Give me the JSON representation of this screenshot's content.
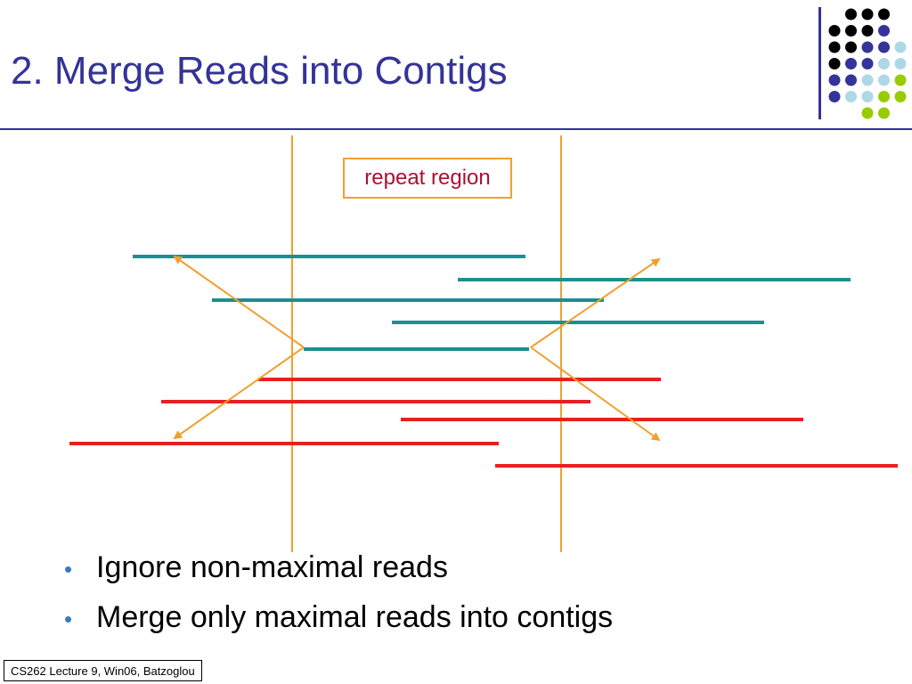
{
  "slide": {
    "title": "2. Merge Reads into Contigs",
    "accent_color": "#333399",
    "rule_color": "#333399"
  },
  "decoration": {
    "dot_colors": {
      "k": "#000000",
      "b": "#333399",
      "l": "#add8e6",
      "g": "#99cc00"
    },
    "dot_grid": [
      [
        "",
        "k",
        "k",
        "k",
        ""
      ],
      [
        "k",
        "k",
        "k",
        "b",
        ""
      ],
      [
        "k",
        "k",
        "b",
        "b",
        "l"
      ],
      [
        "k",
        "b",
        "b",
        "l",
        "l"
      ],
      [
        "b",
        "b",
        "l",
        "l",
        "g"
      ],
      [
        "b",
        "l",
        "l",
        "g",
        "g"
      ],
      [
        "",
        "",
        "g",
        "g",
        ""
      ]
    ]
  },
  "diagram": {
    "label": "repeat region",
    "boundary_color": "#f0a030",
    "arrow_color": "#f0a030",
    "read_colors": {
      "teal": "#1a9090",
      "red": "#e82020"
    }
  },
  "bullets": [
    {
      "mark": "•",
      "text": "Ignore non-maximal reads"
    },
    {
      "mark": "•",
      "text": "Merge only maximal reads into contigs"
    }
  ],
  "footer": {
    "text": "CS262 Lecture 9, Win06, Batzoglou"
  }
}
